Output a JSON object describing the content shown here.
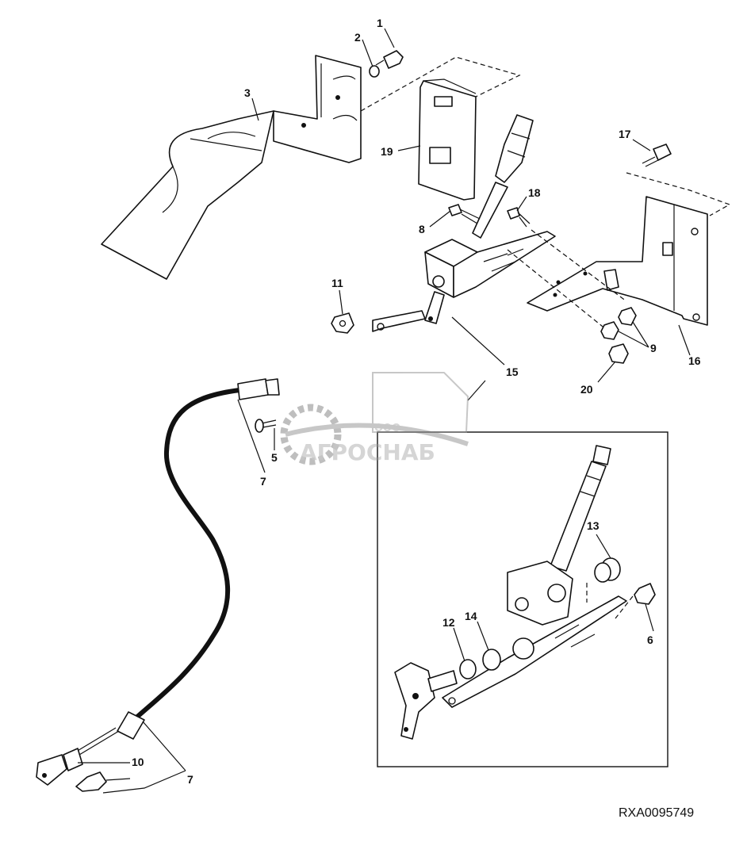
{
  "diagram": {
    "reference_code": "RXA0095749",
    "callouts": [
      "1",
      "2",
      "3",
      "19",
      "17",
      "18",
      "8",
      "11",
      "15",
      "16",
      "9",
      "20",
      "7",
      "5",
      "13",
      "12",
      "14",
      "6",
      "10"
    ]
  },
  "watermark": {
    "line1": "ООО",
    "line2": "АГРОСНАБ"
  }
}
